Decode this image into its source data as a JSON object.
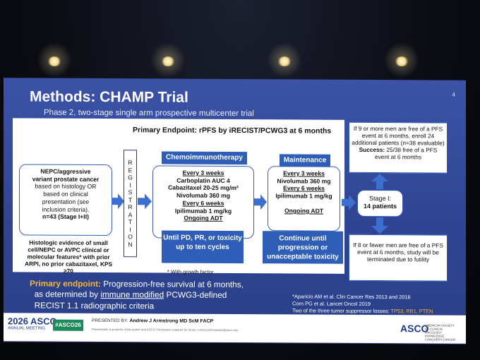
{
  "slide": {
    "title": "Methods: CHAMP Trial",
    "number": "4",
    "subtitle": "Phase 2, two-stage single arm prospective multicenter trial",
    "primary_endpoint_heading": "Primary Endpoint: rPFS by iRECIST/PCWG3 at 6 months"
  },
  "eligibility": {
    "lines": [
      "NEPC/aggressive",
      "variant prostate cancer",
      "based on histology OR",
      "based on clinical",
      "presentation (see",
      "inclusion criteria)."
    ],
    "n": "n=43 (Stage I+II)",
    "histology_note": "Histologic evidence of small cell/NEPC or AVPC clinical or molecular features* with prior ARPI, no prior cabazitaxel, KPS ≥70"
  },
  "registration": [
    "R",
    "E",
    "G",
    "I",
    "S",
    "T",
    "R",
    "A",
    "T",
    "I",
    "O",
    "N"
  ],
  "chemo": {
    "tag": "Chemoimmunotherapy",
    "every3": "Every 3 weeks",
    "drug1": "Carboplatin AUC 4",
    "drug2": "Cabazitaxel 20-25 mg/m²",
    "drug3": "Nivolumab 360 mg",
    "every6": "Every 6 weeks",
    "drug4": "Ipilimumab 1 mg/kg",
    "adt": "Ongoing ADT",
    "until": "Until PD, PR, or toxicity up to ten cycles",
    "growth": "* With growth factor"
  },
  "maint": {
    "tag": "Maintenance",
    "every3": "Every 3 weeks",
    "drug1": "Nivolumab 360 mg",
    "every6": "Every 6 weeks",
    "drug2": "Ipilimumab 1 mg/kg",
    "adt": "Ongoing ADT",
    "continue": "Continue until progression or unacceptable toxicity"
  },
  "stage": {
    "label": "Stage I:",
    "value": "14 patients"
  },
  "right_top": {
    "text": "If 9 or more men are free of a PFS event at 6 months, enroll 24 additional patients (n=38 evaluable)",
    "success_label": "Success:",
    "success_text": "25/38 free of a PFS event at 6 months"
  },
  "right_bottom": {
    "text": "If 8 or fewer men are free of a PFS event at 6 months, study will be terminated due to futility"
  },
  "primary": {
    "label": "Primary endpoint:",
    "text1": "Progression-free survival at 6 months,",
    "text2a": "as determined by",
    "text2b": "immune modified",
    "text2c": "PCWG3-defined",
    "text3": "RECIST 1.1 radiographic criteria"
  },
  "refs": {
    "line1": "*Aparicio AM et al. Clin Cancer Res 2013 and 2016",
    "line2": "Corn PG et al. Lancet Oncol 2019",
    "line3": "Two of the three tumor suppressor losses:",
    "line3b": "TP53, RB1, PTEN"
  },
  "footer": {
    "year_asco": "2026 ASCO",
    "meeting": "ANNUAL MEETING",
    "hashtag": "#ASCO26",
    "presented_by_label": "PRESENTED BY:",
    "presenter": "Andrew J Armstrong MD ScM FACP",
    "fine_print": "Presentation is property of the author and ASCO. Permission required for reuse; contact permissions@asco.org",
    "asco": "ASCO",
    "asco_tagline": "AMERICAN SOCIETY OF CLINICAL ONCOLOGY KNOWLEDGE CONQUERS CANCER"
  },
  "colors": {
    "slide_bg": "#2f4593",
    "accent_blue": "#2f5eb8",
    "orange": "#f5b73a",
    "green": "#1d8a5a"
  }
}
